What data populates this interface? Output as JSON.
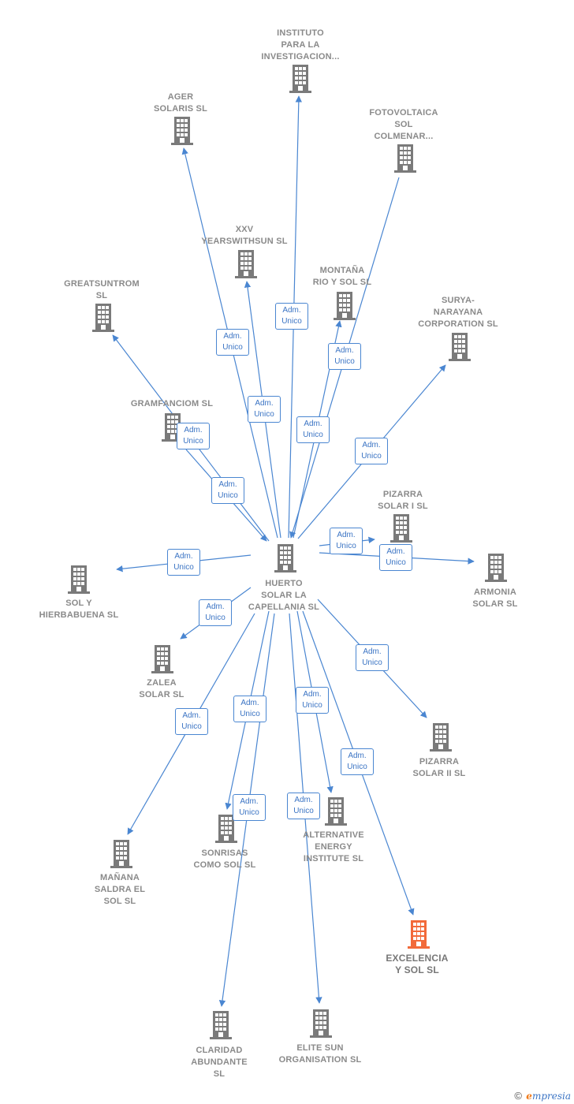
{
  "colors": {
    "edge": "#4a86d1",
    "node": "#7a7a7a",
    "highlight": "#f26a3a",
    "label": "#8a8a8a"
  },
  "center": {
    "id": "center",
    "label": "HUERTO\nSOLAR LA\nCAPELLANIA SL"
  },
  "nodes": [
    {
      "id": "instituto",
      "label": "INSTITUTO\nPARA LA\nINVESTIGACION..."
    },
    {
      "id": "ager",
      "label": "AGER\nSOLARIS  SL"
    },
    {
      "id": "fotovoltaica",
      "label": "FOTOVOLTAICA\nSOL\nCOLMENAR..."
    },
    {
      "id": "xxv",
      "label": "XXV\nYEARSWITHSUN SL"
    },
    {
      "id": "greatsuntrom",
      "label": "GREATSUNTROM\nSL"
    },
    {
      "id": "montana",
      "label": "MONTAÑA\nRIO Y SOL  SL"
    },
    {
      "id": "surya",
      "label": "SURYA-\nNARAYANA\nCORPORATION SL"
    },
    {
      "id": "gramfanciom",
      "label": "GRAMFANCIOM SL"
    },
    {
      "id": "pizarra1",
      "label": "PIZARRA\nSOLAR I  SL"
    },
    {
      "id": "armonia",
      "label": "ARMONIA\nSOLAR SL"
    },
    {
      "id": "solyhierba",
      "label": "SOL Y\nHIERBABUENA SL"
    },
    {
      "id": "zalea",
      "label": "ZALEA\nSOLAR  SL"
    },
    {
      "id": "pizarra2",
      "label": "PIZARRA\nSOLAR II SL"
    },
    {
      "id": "alternative",
      "label": "ALTERNATIVE\nENERGY\nINSTITUTE  SL"
    },
    {
      "id": "sonrisas",
      "label": "SONRISAS\nCOMO SOL SL"
    },
    {
      "id": "manana",
      "label": "MAÑANA\nSALDRA EL\nSOL  SL"
    },
    {
      "id": "excelencia",
      "label": "EXCELENCIA\nY SOL  SL",
      "highlight": true
    },
    {
      "id": "claridad",
      "label": "CLARIDAD\nABUNDANTE\nSL"
    },
    {
      "id": "elite",
      "label": "ELITE SUN\nORGANISATION SL"
    }
  ],
  "edges": [
    {
      "to": "instituto",
      "label": "Adm.\nUnico"
    },
    {
      "to": "ager",
      "label": "Adm.\nUnico"
    },
    {
      "to": "fotovoltaica",
      "label": "Adm.\nUnico"
    },
    {
      "to": "xxv",
      "label": "Adm.\nUnico"
    },
    {
      "to": "greatsuntrom",
      "label": "Adm.\nUnico"
    },
    {
      "to": "montana",
      "label": "Adm.\nUnico"
    },
    {
      "to": "surya",
      "label": "Adm.\nUnico"
    },
    {
      "to": "gramfanciom",
      "label": "Adm.\nUnico"
    },
    {
      "to": "pizarra1",
      "label": "Adm.\nUnico"
    },
    {
      "to": "armonia",
      "label": "Adm.\nUnico"
    },
    {
      "to": "solyhierba",
      "label": "Adm.\nUnico"
    },
    {
      "to": "zalea",
      "label": "Adm.\nUnico"
    },
    {
      "to": "pizarra2",
      "label": "Adm.\nUnico"
    },
    {
      "to": "alternative",
      "label": "Adm.\nUnico"
    },
    {
      "to": "sonrisas",
      "label": "Adm.\nUnico"
    },
    {
      "to": "manana",
      "label": "Adm.\nUnico"
    },
    {
      "to": "excelencia",
      "label": "Adm.\nUnico"
    },
    {
      "to": "claridad",
      "label": "Adm.\nUnico"
    },
    {
      "to": "elite",
      "label": "Adm.\nUnico"
    }
  ],
  "footer": {
    "copyright": "©",
    "brand_initial": "e",
    "brand_rest": "mpresia"
  }
}
